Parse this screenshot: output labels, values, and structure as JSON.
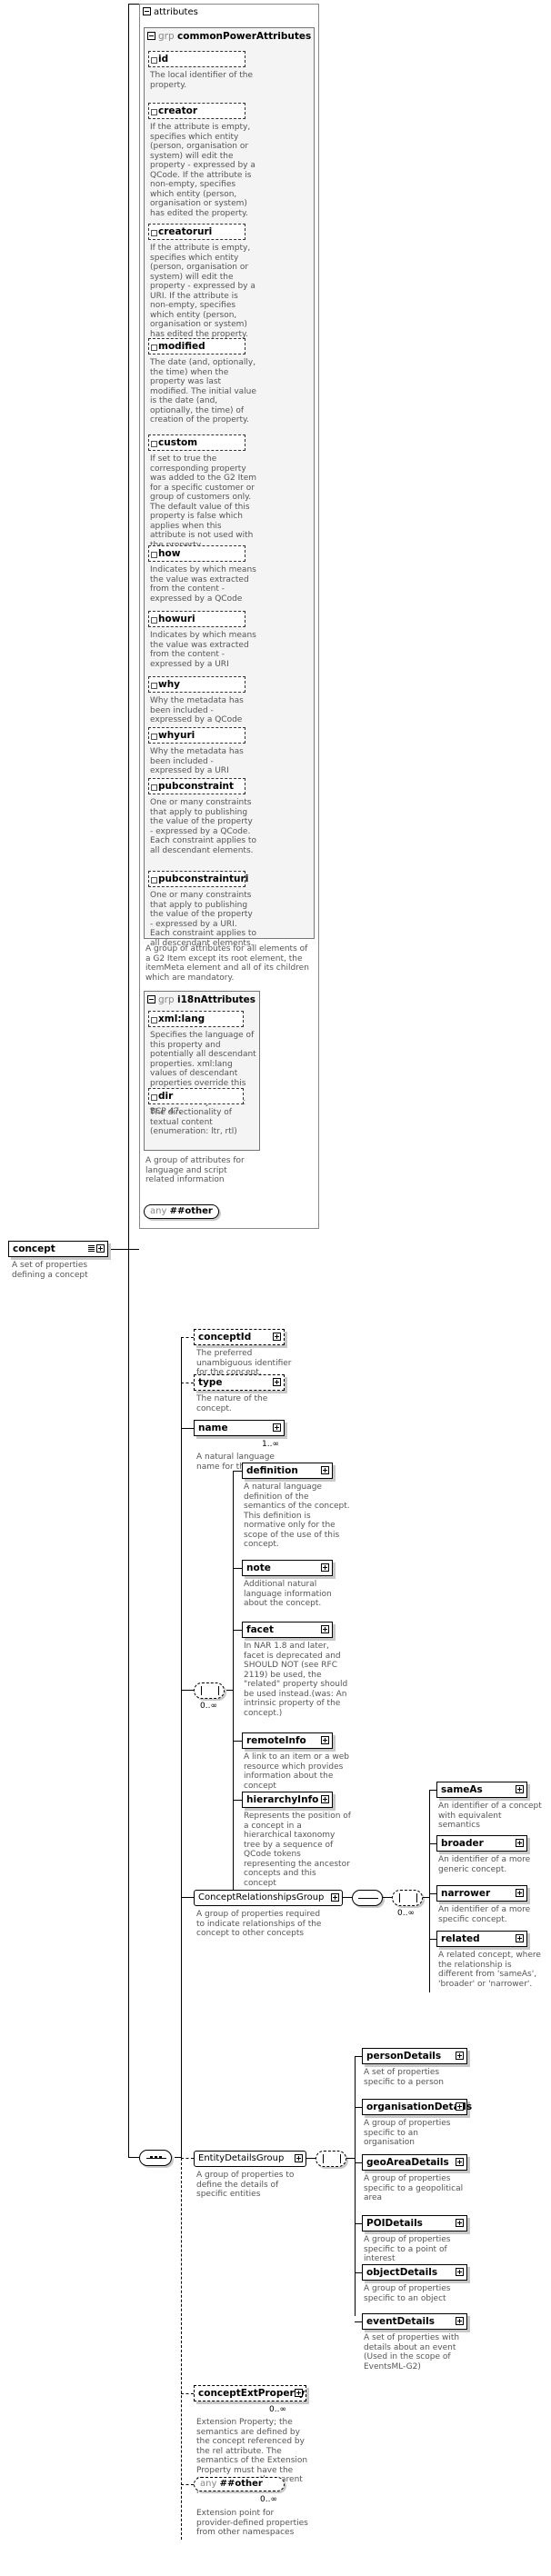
{
  "attributes_label": "attributes",
  "grp_label": "grp",
  "common_group": {
    "name": "commonPowerAttributes",
    "items": [
      {
        "name": "id",
        "desc": "The local identifier of the property."
      },
      {
        "name": "creator",
        "desc": "If the attribute is empty, specifies which entity (person, organisation or system) will edit the property - expressed by a QCode. If the attribute is non-empty, specifies which entity (person, organisation or system) has edited the property."
      },
      {
        "name": "creatoruri",
        "desc": "If the attribute is empty, specifies which entity (person, organisation or system) will edit the property - expressed by a URI. If the attribute is non-empty, specifies which entity (person, organisation or system) has edited the property."
      },
      {
        "name": "modified",
        "desc": "The date (and, optionally, the time) when the property was last modified. The initial value is the date (and, optionally, the time) of creation of the property."
      },
      {
        "name": "custom",
        "desc": "If set to true the corresponding property was added to the G2 Item for a specific customer or group of customers only. The default value of this property is false which applies when this attribute is not used with the property."
      },
      {
        "name": "how",
        "desc": "Indicates by which means the value was extracted from the content - expressed by a QCode"
      },
      {
        "name": "howuri",
        "desc": "Indicates by which means the value was extracted from the content - expressed by a URI"
      },
      {
        "name": "why",
        "desc": "Why the metadata has been included - expressed by a QCode"
      },
      {
        "name": "whyuri",
        "desc": "Why the metadata has been included - expressed by a URI"
      },
      {
        "name": "pubconstraint",
        "desc": "One or many constraints that apply to publishing the value of the property - expressed by a QCode. Each constraint applies to all descendant elements."
      },
      {
        "name": "pubconstrainturi",
        "desc": "One or many constraints that apply to publishing the value of the property - expressed by a URI. Each constraint applies to all descendant elements."
      }
    ],
    "desc": "A group of attributes for all elements of a G2 Item except its root element, the itemMeta element and all of its children which are mandatory."
  },
  "i18n_group": {
    "name": "i18nAttributes",
    "items": [
      {
        "name": "xml:lang",
        "desc": "Specifies the language of this property and potentially all descendant properties. xml:lang values of descendant properties override this value. Values are determined by Internet BCP 47."
      },
      {
        "name": "dir",
        "desc": "The directionality of textual content (enumeration: ltr, rtl)"
      }
    ],
    "desc": "A group of attributes for language and script related information"
  },
  "any_other_attr": {
    "any": "any",
    "name": "##other"
  },
  "root": {
    "name": "concept",
    "desc": "A set of properties defining a concept"
  },
  "seq_items": [
    {
      "name": "conceptId",
      "desc": "The preferred unambiguous identifier for the concept."
    },
    {
      "name": "type",
      "desc": "The nature of the concept."
    },
    {
      "name": "name",
      "occ": "1..∞",
      "desc": "A natural language name for the concept."
    }
  ],
  "choice_occ": "0..∞",
  "choice_items": [
    {
      "name": "definition",
      "desc": "A natural language definition of the semantics of the concept. This definition is normative only for the scope of the use of this concept."
    },
    {
      "name": "note",
      "desc": "Additional natural language information about the concept."
    },
    {
      "name": "facet",
      "desc": "In NAR 1.8 and later, facet is deprecated and SHOULD NOT (see RFC 2119) be used, the \"related\" property should be used instead.(was: An intrinsic property of the concept.)"
    },
    {
      "name": "remoteInfo",
      "desc": "A link to an item or a web resource which provides information about the concept"
    },
    {
      "name": "hierarchyInfo",
      "desc": "Represents the position of a concept in a hierarchical taxonomy tree by a sequence of QCode tokens representing the ancestor concepts and this concept"
    }
  ],
  "concept_rel_group": {
    "name": "ConceptRelationshipsGroup",
    "desc": "A group of properties required to indicate relationships of the concept to other concepts",
    "occ": "0..∞"
  },
  "rel_items": [
    {
      "name": "sameAs",
      "desc": "An identifier of a concept with equivalent semantics"
    },
    {
      "name": "broader",
      "desc": "An identifier of a more generic concept."
    },
    {
      "name": "narrower",
      "desc": "An identifier of a more specific concept."
    },
    {
      "name": "related",
      "desc": "A related concept, where the relationship is different from 'sameAs', 'broader' or 'narrower'."
    }
  ],
  "entity_group": {
    "name": "EntityDetailsGroup",
    "desc": "A group of properties to define the details of specific entities"
  },
  "entity_items": [
    {
      "name": "personDetails",
      "desc": "A set of properties specific to a person"
    },
    {
      "name": "organisationDetails",
      "desc": "A group of properties specific to an organisation"
    },
    {
      "name": "geoAreaDetails",
      "desc": "A group of properties specific to a geopolitical area"
    },
    {
      "name": "POIDetails",
      "desc": "A group of properties specific to a point of interest"
    },
    {
      "name": "objectDetails",
      "desc": "A group of properties specific to an object"
    },
    {
      "name": "eventDetails",
      "desc": "A set of properties with details about an event (Used in the scope of EventsML-G2)"
    }
  ],
  "ext_prop": {
    "name": "conceptExtProperty",
    "occ": "0..∞",
    "desc": "Extension Property; the semantics are defined by the concept referenced by the rel attribute. The semantics of the Extension Property must have the same scope as the parent property."
  },
  "any_other_el": {
    "any": "any",
    "name": "##other",
    "occ": "0..∞",
    "desc": "Extension point for provider-defined properties from other namespaces"
  }
}
